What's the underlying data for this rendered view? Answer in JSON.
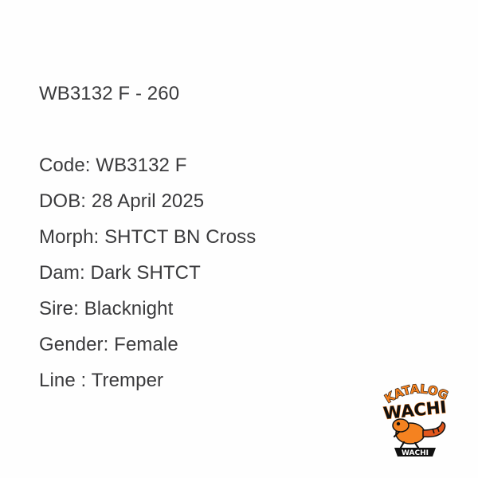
{
  "header": {
    "title": "WB3132 F - 260"
  },
  "details": [
    "Code: WB3132 F",
    "DOB: 28 April 2025",
    "Morph: SHTCT BN Cross",
    "Dam: Dark SHTCT",
    "Sire: Blacknight",
    "Gender: Female",
    "Line : Tremper"
  ],
  "logo": {
    "top_text": "KATALOG",
    "main_text": "WACHI",
    "bottom_text": "WACHI",
    "icon": "gecko-logo-icon",
    "colors": {
      "orange": "#f58220",
      "black": "#111111",
      "white": "#ffffff"
    }
  },
  "text_color": "#3a3a3c",
  "background": "#ffffff"
}
